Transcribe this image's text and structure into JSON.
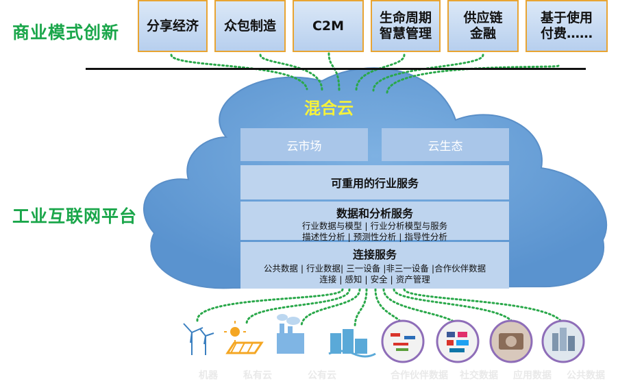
{
  "left_labels": {
    "business": "商业模式创新",
    "platform": "工业互联网平台"
  },
  "business_models": [
    {
      "line1": "分享经济",
      "line2": ""
    },
    {
      "line1": "众包制造",
      "line2": ""
    },
    {
      "line1": "C2M",
      "line2": ""
    },
    {
      "line1": "生命周期",
      "line2": "智慧管理"
    },
    {
      "line1": "供应链",
      "line2": "金融"
    },
    {
      "line1": "基于使用",
      "line2": "付费……"
    }
  ],
  "cloud": {
    "title": "混合云",
    "market": "云市场",
    "ecosystem": "云生态",
    "reusable": "可重用的行业服务",
    "analytics": {
      "title": "数据和分析服务",
      "line1": "行业数据与模型 | 行业分析模型与服务",
      "line2": "描述性分析 | 预测性分析 | 指导性分析"
    },
    "connect": {
      "title": "连接服务",
      "line1": "公共数据 | 行业数据| 三一设备 |非三一设备 |合作伙伴数据",
      "line2": "连接 | 感知 | 安全 | 资产管理"
    }
  },
  "sources": [
    "机器",
    "私有云",
    "公有云",
    "合作伙伴数据",
    "社交数据",
    "应用数据",
    "公共数据"
  ],
  "colors": {
    "green": "#1aa64a",
    "cloud": "#6a9fd6",
    "box_border": "#e8a432",
    "yellow": "#f6f23a",
    "dots": "#2aa84a"
  },
  "icons": [
    "wind-turbine-icon",
    "solar-panel-icon",
    "factory-icon",
    "data-center-icon",
    "partner-logos-icon",
    "social-logos-icon",
    "application-photo-icon",
    "city-buildings-icon"
  ]
}
